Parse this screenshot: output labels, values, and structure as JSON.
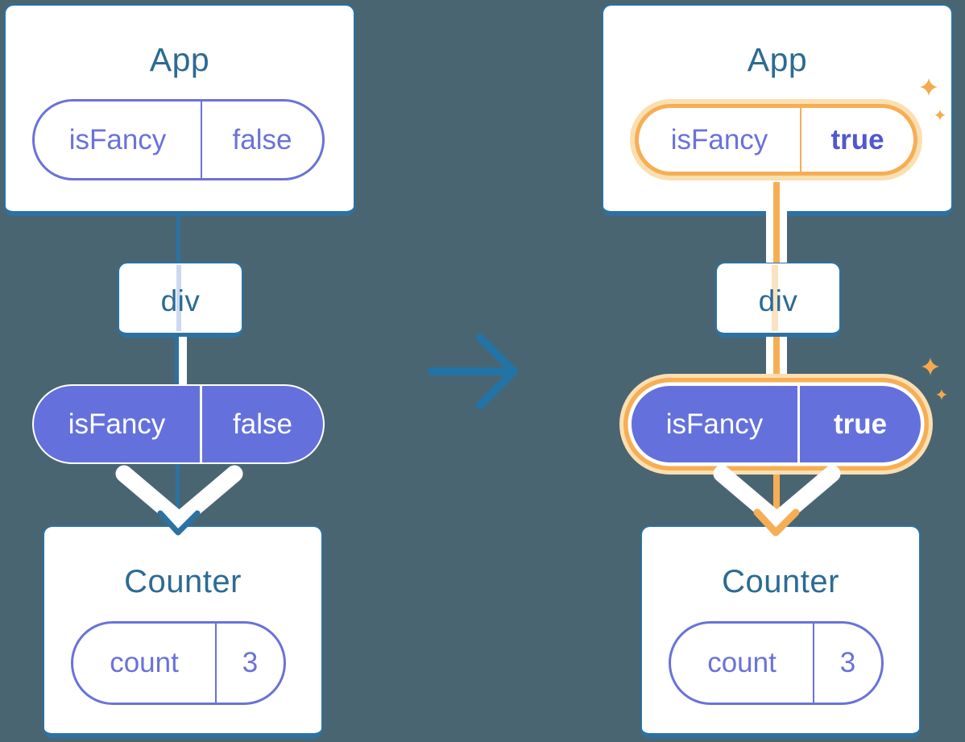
{
  "colors": {
    "background": "#4A6572",
    "teal_accent": "#2B72A2",
    "heading_text": "#2C6B92",
    "purple_accent": "#6A72D9",
    "purple_pill_fill": "#6471DC",
    "highlight_orange": "#F6AE55",
    "highlight_orange_glow": "#FBDFB0",
    "white": "#FFFFFF"
  },
  "transition": {
    "arrow_icon": "arrow-right-icon",
    "sparkles_icon": "sparkles-icon"
  },
  "trees": {
    "left": {
      "app_title": "App",
      "app_prop_name": "isFancy",
      "app_prop_value": "false",
      "div_label": "div",
      "passed_prop_name": "isFancy",
      "passed_prop_value": "false",
      "counter_title": "Counter",
      "state_name": "count",
      "state_value": "3"
    },
    "right": {
      "app_title": "App",
      "app_prop_name": "isFancy",
      "app_prop_value": "true",
      "div_label": "div",
      "passed_prop_name": "isFancy",
      "passed_prop_value": "true",
      "counter_title": "Counter",
      "state_name": "count",
      "state_value": "3"
    }
  }
}
